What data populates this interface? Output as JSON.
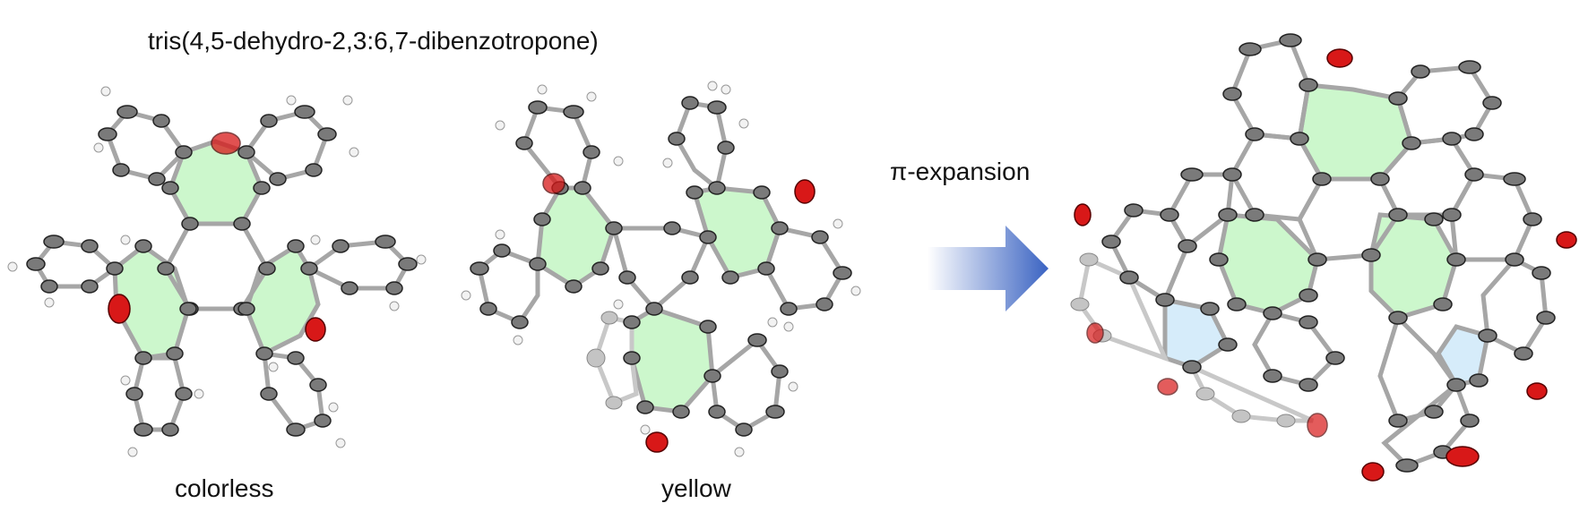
{
  "title": "tris(4,5-dehydro-2,3:6,7-dibenzotropone)",
  "labels": {
    "colorless": "colorless",
    "yellow": "yellow",
    "reaction": "π-expansion"
  },
  "colors": {
    "carbon": "#7a7a7a",
    "hydrogen": "#f2f2f2",
    "oxygen": "#d81818",
    "bond": "#a6a6a6",
    "seven_ring_fill": "#ccf7cc",
    "five_ring_fill": "#d6ecfa",
    "arrow_start": "#ffffff",
    "arrow_end": "#3a63c2"
  }
}
